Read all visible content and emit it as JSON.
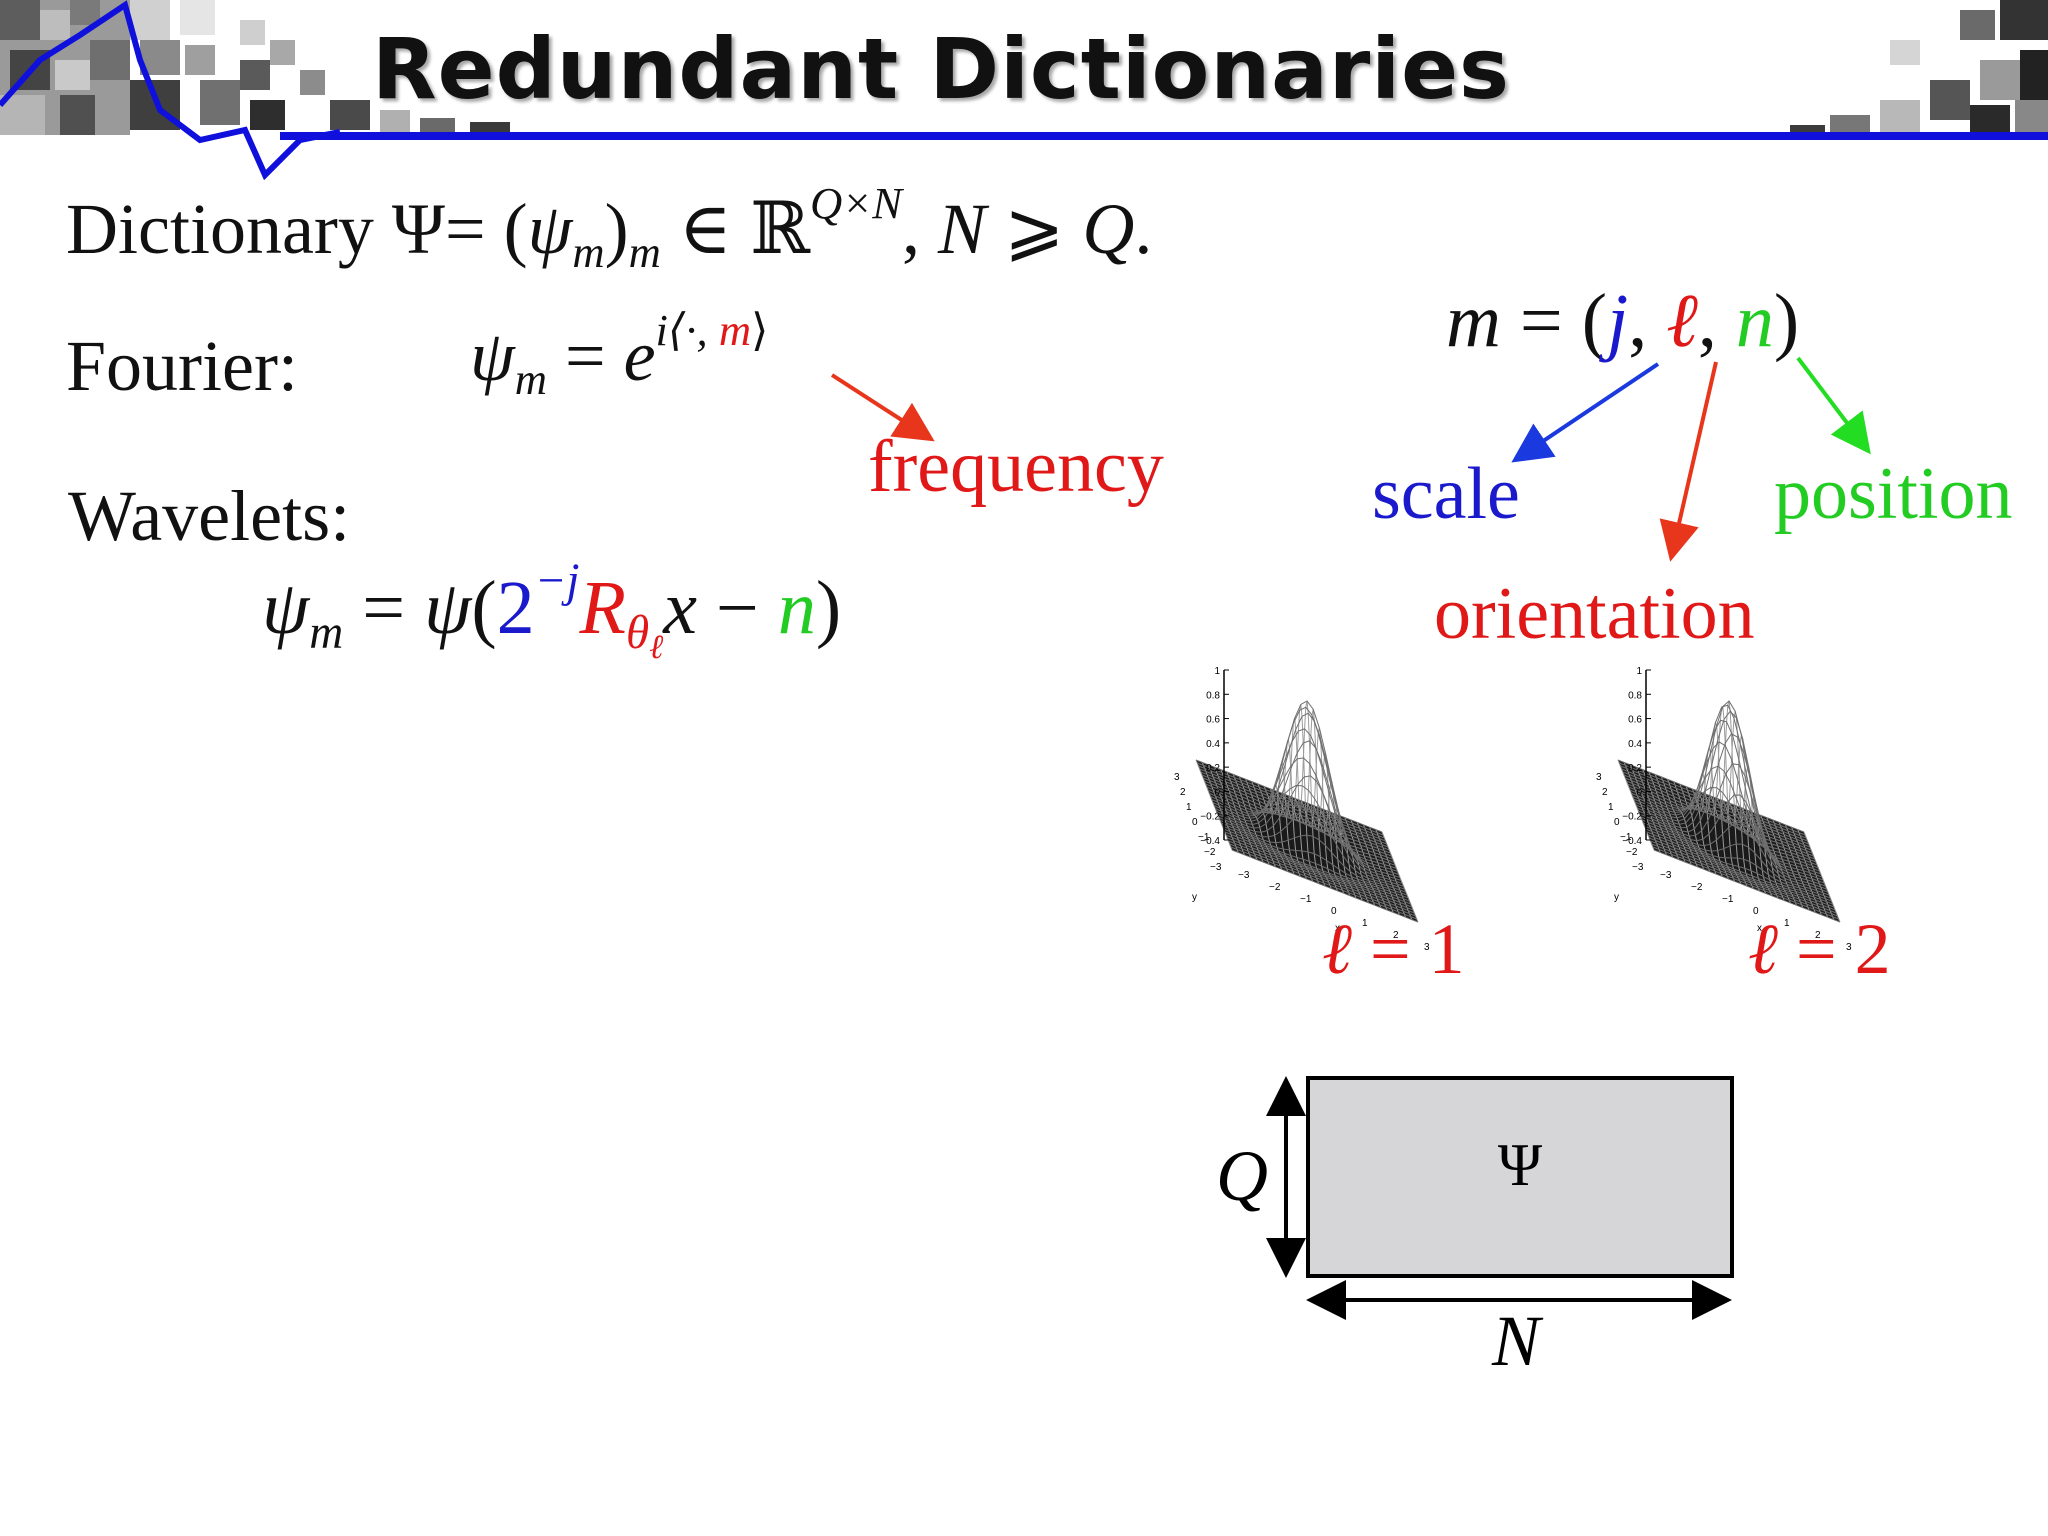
{
  "title": "Redundant Dictionaries",
  "dictionary_line": {
    "prefix": "Dictionary",
    "psi": "Ψ",
    "equals": "= (",
    "psi_m": "ψ",
    "sub_m": "m",
    "close": ")",
    "sub_m2": "m",
    "in": " ∈ ℝ",
    "sup": "Q×N",
    "comma": ", ",
    "N": "N",
    "geq": " ⩾ ",
    "Q": "Q",
    "period": "."
  },
  "fourier": {
    "label": "Fourier:",
    "psi": "ψ",
    "sub": "m",
    "equals": " = ",
    "e": "e",
    "exp_prefix": "i⟨·, ",
    "exp_m": "m",
    "exp_suffix": "⟩",
    "annotation": "frequency"
  },
  "wavelets": {
    "label": "Wavelets:",
    "psi": "ψ",
    "sub": "m",
    "equals": " = ",
    "psi2": "ψ",
    "open": "(",
    "two": "2",
    "exp": "−j",
    "R": "R",
    "theta": "θ",
    "ell": "ℓ",
    "x": "x",
    "minus": " − ",
    "n": "n",
    "close": ")"
  },
  "index": {
    "m": "m",
    "equals": " = (",
    "j": "j",
    "c1": ", ",
    "ell": "ℓ",
    "c2": ", ",
    "n": "n",
    "close": ")",
    "scale": "scale",
    "position": "position",
    "orientation": "orientation"
  },
  "plots": [
    {
      "ell": "ℓ",
      "eq": " = 1",
      "y_ticks": [
        "1",
        "0.8",
        "0.6",
        "0.4",
        "0.2",
        "0",
        "−0.2",
        "−0.4"
      ],
      "x_ticks": [
        "−3",
        "−2",
        "−1",
        "0",
        "1",
        "2",
        "3"
      ],
      "y_axis": "y",
      "x_axis": "x"
    },
    {
      "ell": "ℓ",
      "eq": " = 2",
      "y_ticks": [
        "1",
        "0.8",
        "0.6",
        "0.4",
        "0.2",
        "0",
        "−0.2",
        "−0.4"
      ],
      "x_ticks": [
        "−3",
        "−2",
        "−1",
        "0",
        "1",
        "2",
        "3"
      ],
      "y_axis": "y",
      "x_axis": "x"
    }
  ],
  "matrix": {
    "Q": "Q",
    "Psi": "Ψ",
    "N": "N"
  },
  "colors": {
    "blue": "#1a1acc",
    "red": "#e01818",
    "green": "#22cc22",
    "header_line": "#1010dd",
    "matrix_fill": "#d6d5d8"
  }
}
